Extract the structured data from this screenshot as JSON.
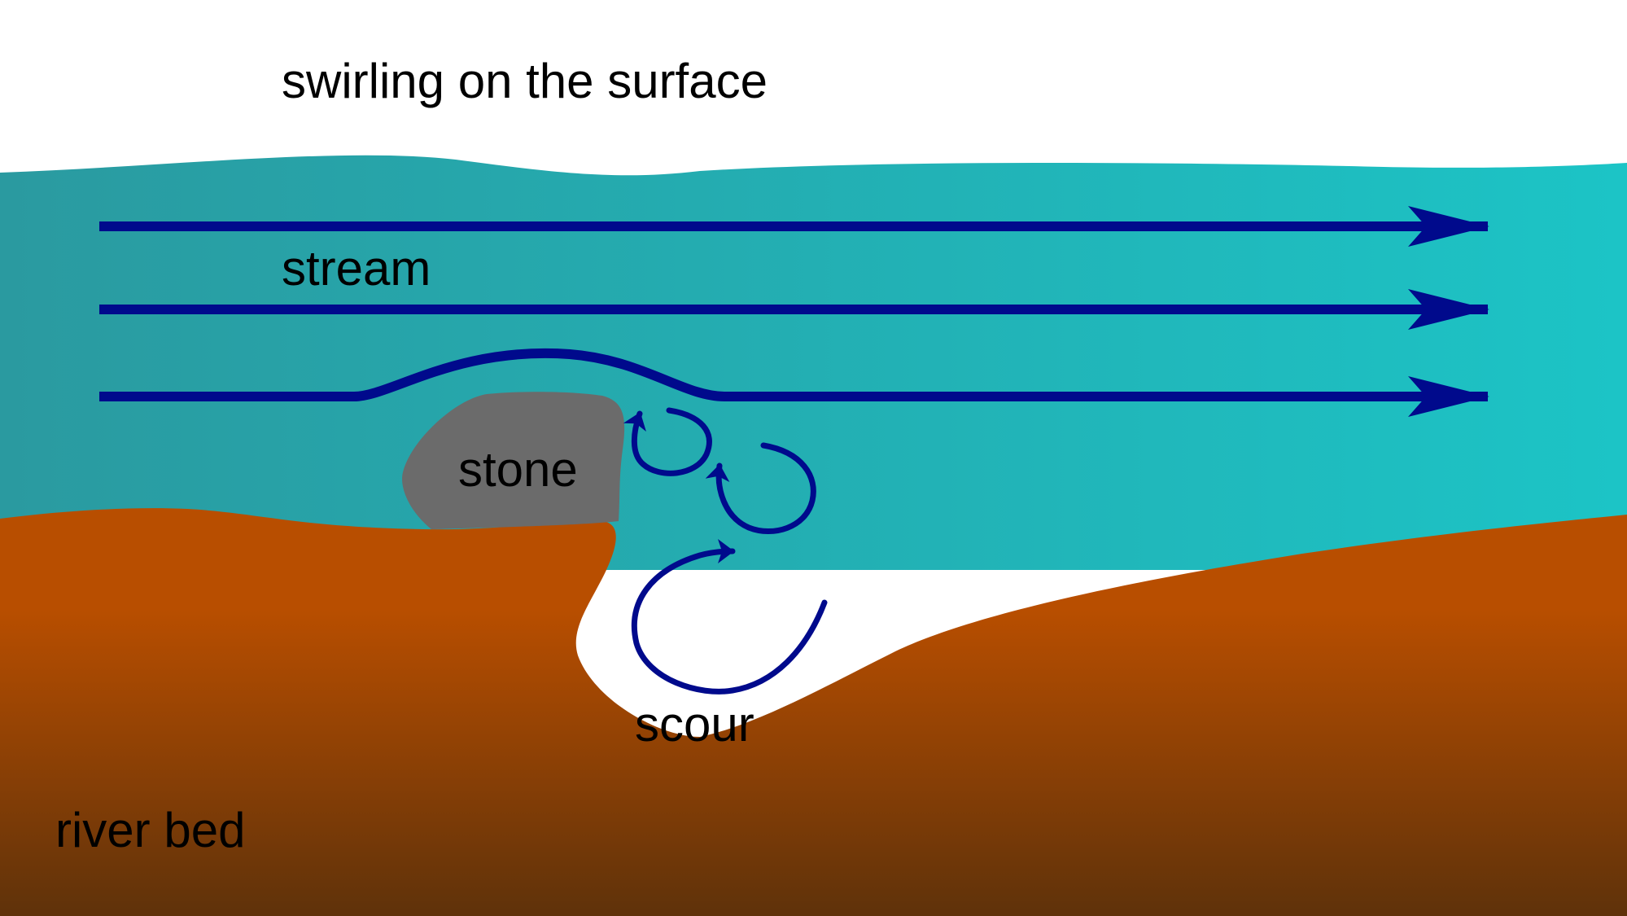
{
  "labels": {
    "surface": "swirling on the surface",
    "stream": "stream",
    "stone": "stone",
    "scour": "scour",
    "river_bed": "river bed"
  },
  "colors": {
    "water_left": "#2a9aa0",
    "water_right": "#1cc4c6",
    "stone": "#6b6b6b",
    "bed_top": "#b84e00",
    "bed_bottom": "#5f320a",
    "arrow": "#000a8c",
    "background": "#ffffff"
  },
  "elements": {
    "flow_arrows": 3,
    "eddies": 3
  }
}
